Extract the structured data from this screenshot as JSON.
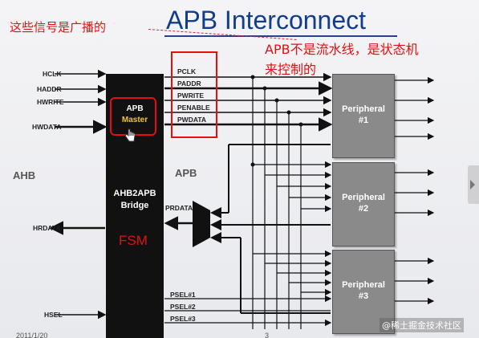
{
  "slide": {
    "title": "APB Interconnect",
    "annotation_broadcast": "这些信号是广播的",
    "annotation_fsm_line1": "APB不是流水线，是状态机",
    "annotation_fsm_line2": "来控制的",
    "left_bus_label": "AHB",
    "right_bus_label": "APB",
    "date": "2011/1/20",
    "page_number": "3"
  },
  "ahb_signals": [
    "HCLK",
    "HADDR",
    "HWRITE",
    "HWDATA",
    "HRDATA",
    "HSEL"
  ],
  "apb_signals": [
    "PCLK",
    "PADDR",
    "PWRITE",
    "PENABLE",
    "PWDATA"
  ],
  "read_signal": "PRDATA",
  "select_signals": [
    "PSEL#1",
    "PSEL#2",
    "PSEL#3"
  ],
  "bridge": {
    "master_line1": "APB",
    "master_line2": "Master",
    "name_line1": "AHB2APB",
    "name_line2": "Bridge",
    "fsm_label": "FSM"
  },
  "peripherals": [
    {
      "line1": "Peripheral",
      "line2": "#1"
    },
    {
      "line1": "Peripheral",
      "line2": "#2"
    },
    {
      "line1": "Peripheral",
      "line2": "#3"
    }
  ],
  "watermark": "@稀土掘金技术社区",
  "colors": {
    "title_blue": "#123c8c",
    "annotation_red": "#e41010",
    "bridge_black": "#111111",
    "peripheral_gray": "#8a8a8a",
    "master_yellow": "#f5c518"
  },
  "icons": {
    "cursor": "hand-pointer-icon",
    "next_slide": "chevron-right-icon"
  }
}
